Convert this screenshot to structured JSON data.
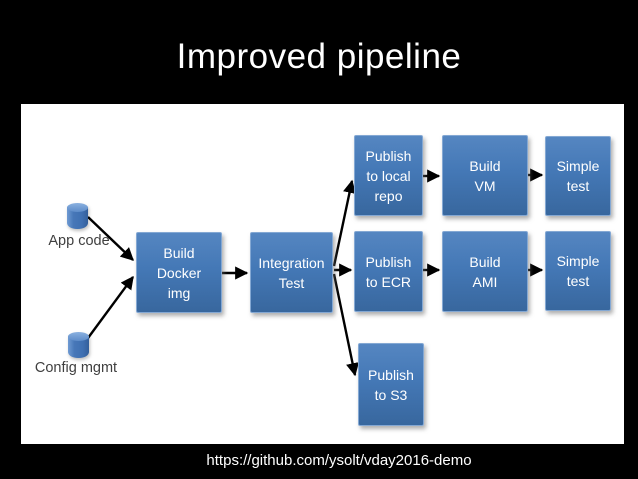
{
  "slide": {
    "title": "Improved pipeline",
    "footer_url": "https://github.com/ysolt/vday2016-demo"
  },
  "colors": {
    "slide_background": "#000000",
    "panel_background": "#ffffff",
    "node_fill_top": "#5586c1",
    "node_fill_bottom": "#38679e",
    "node_border": "#84a8d3",
    "node_text": "#ffffff",
    "source_label_text": "#3f3f3f",
    "arrow": "#000000"
  },
  "diagram": {
    "sources": [
      {
        "label": "App code",
        "icon": "database-cylinder-icon"
      },
      {
        "label": "Config mgmt",
        "icon": "database-cylinder-icon"
      }
    ],
    "nodes": [
      {
        "id": "build-docker-img",
        "label": "Build\nDocker\nimg"
      },
      {
        "id": "integration-test",
        "label": "Integration\nTest"
      },
      {
        "id": "publish-to-local-repo",
        "label": "Publish\nto local\nrepo"
      },
      {
        "id": "build-vm",
        "label": "Build\nVM"
      },
      {
        "id": "simple-test-vm",
        "label": "Simple\ntest"
      },
      {
        "id": "publish-to-ecr",
        "label": "Publish\nto ECR"
      },
      {
        "id": "build-ami",
        "label": "Build\nAMI"
      },
      {
        "id": "simple-test-ami",
        "label": "Simple\ntest"
      },
      {
        "id": "publish-to-s3",
        "label": "Publish\nto S3"
      }
    ]
  }
}
